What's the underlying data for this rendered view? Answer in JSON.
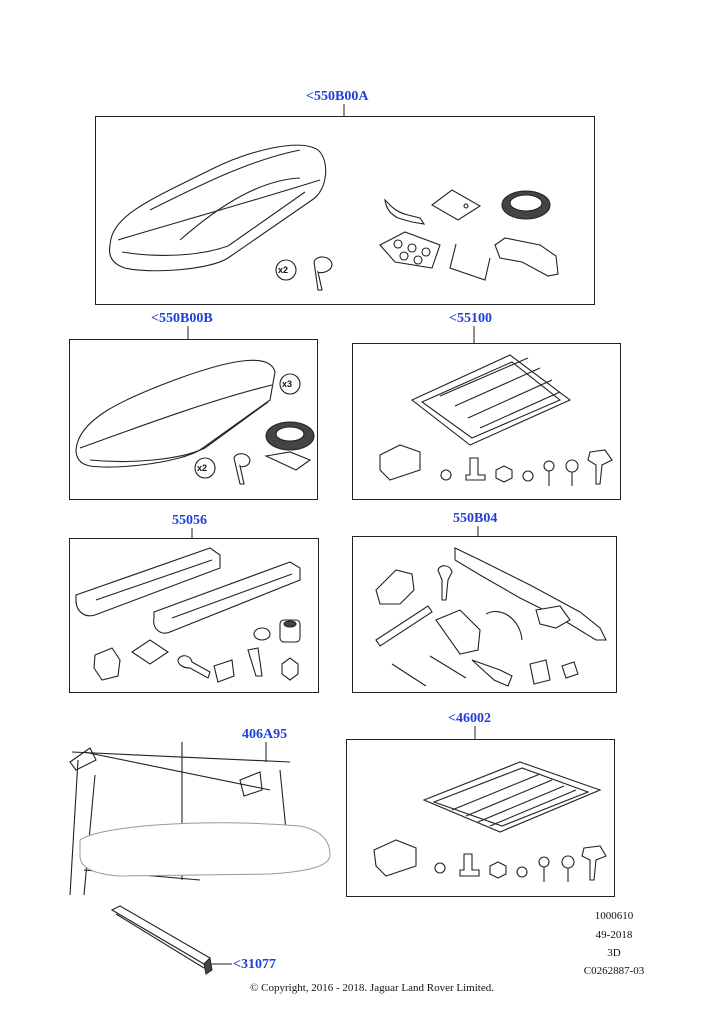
{
  "callouts": {
    "c1": "<550B00A",
    "c2": "<550B00B",
    "c3": "<55100",
    "c4": "55056",
    "c5": "550B04",
    "c6": "406A95",
    "c7": "<46002",
    "c8": "<31077"
  },
  "quantities": {
    "keys_a": "x2",
    "keys_b": "x2",
    "tape_b": "x3"
  },
  "reference": {
    "line1": "1000610",
    "line2": "49-2018",
    "line3": "3D",
    "line4": "C0262887-03"
  },
  "copyright": "© Copyright, 2016 - 2018. Jaguar Land Rover Limited.",
  "colors": {
    "callout": "#1f3fd6",
    "line": "#222222"
  }
}
